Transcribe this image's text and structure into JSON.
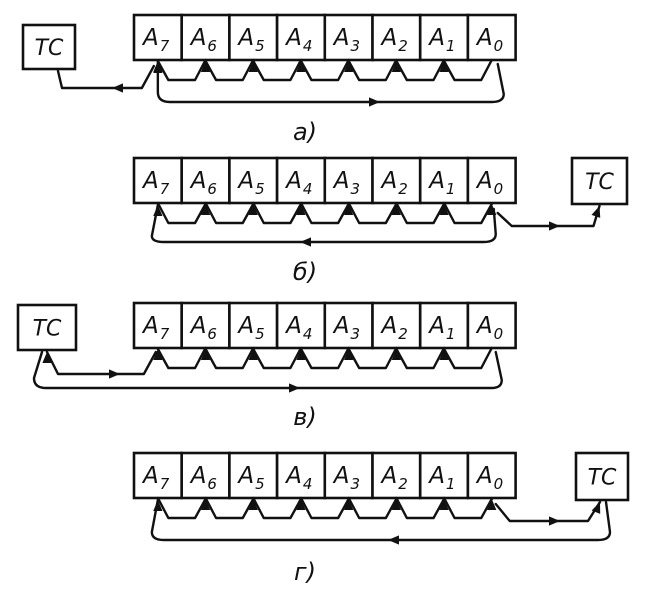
{
  "panels": [
    {
      "caption": "а)",
      "cells": [
        {
          "letter": "A",
          "sub": "7"
        },
        {
          "letter": "A",
          "sub": "6"
        },
        {
          "letter": "A",
          "sub": "5"
        },
        {
          "letter": "A",
          "sub": "4"
        },
        {
          "letter": "A",
          "sub": "3"
        },
        {
          "letter": "A",
          "sub": "2"
        },
        {
          "letter": "A",
          "sub": "1"
        },
        {
          "letter": "A",
          "sub": "0"
        }
      ],
      "tc_label": "TC",
      "tc_side": "left",
      "shift_direction": "left"
    },
    {
      "caption": "б)",
      "cells": [
        {
          "letter": "A",
          "sub": "7"
        },
        {
          "letter": "A",
          "sub": "6"
        },
        {
          "letter": "A",
          "sub": "5"
        },
        {
          "letter": "A",
          "sub": "4"
        },
        {
          "letter": "A",
          "sub": "3"
        },
        {
          "letter": "A",
          "sub": "2"
        },
        {
          "letter": "A",
          "sub": "1"
        },
        {
          "letter": "A",
          "sub": "0"
        }
      ],
      "tc_label": "TC",
      "tc_side": "right",
      "shift_direction": "right"
    },
    {
      "caption": "в)",
      "cells": [
        {
          "letter": "A",
          "sub": "7"
        },
        {
          "letter": "A",
          "sub": "6"
        },
        {
          "letter": "A",
          "sub": "5"
        },
        {
          "letter": "A",
          "sub": "4"
        },
        {
          "letter": "A",
          "sub": "3"
        },
        {
          "letter": "A",
          "sub": "2"
        },
        {
          "letter": "A",
          "sub": "1"
        },
        {
          "letter": "A",
          "sub": "0"
        }
      ],
      "tc_label": "TC",
      "tc_side": "left",
      "shift_direction": "left"
    },
    {
      "caption": "г)",
      "cells": [
        {
          "letter": "A",
          "sub": "7"
        },
        {
          "letter": "A",
          "sub": "6"
        },
        {
          "letter": "A",
          "sub": "5"
        },
        {
          "letter": "A",
          "sub": "4"
        },
        {
          "letter": "A",
          "sub": "3"
        },
        {
          "letter": "A",
          "sub": "2"
        },
        {
          "letter": "A",
          "sub": "1"
        },
        {
          "letter": "A",
          "sub": "0"
        }
      ],
      "tc_label": "TC",
      "tc_side": "right",
      "shift_direction": "right"
    }
  ]
}
